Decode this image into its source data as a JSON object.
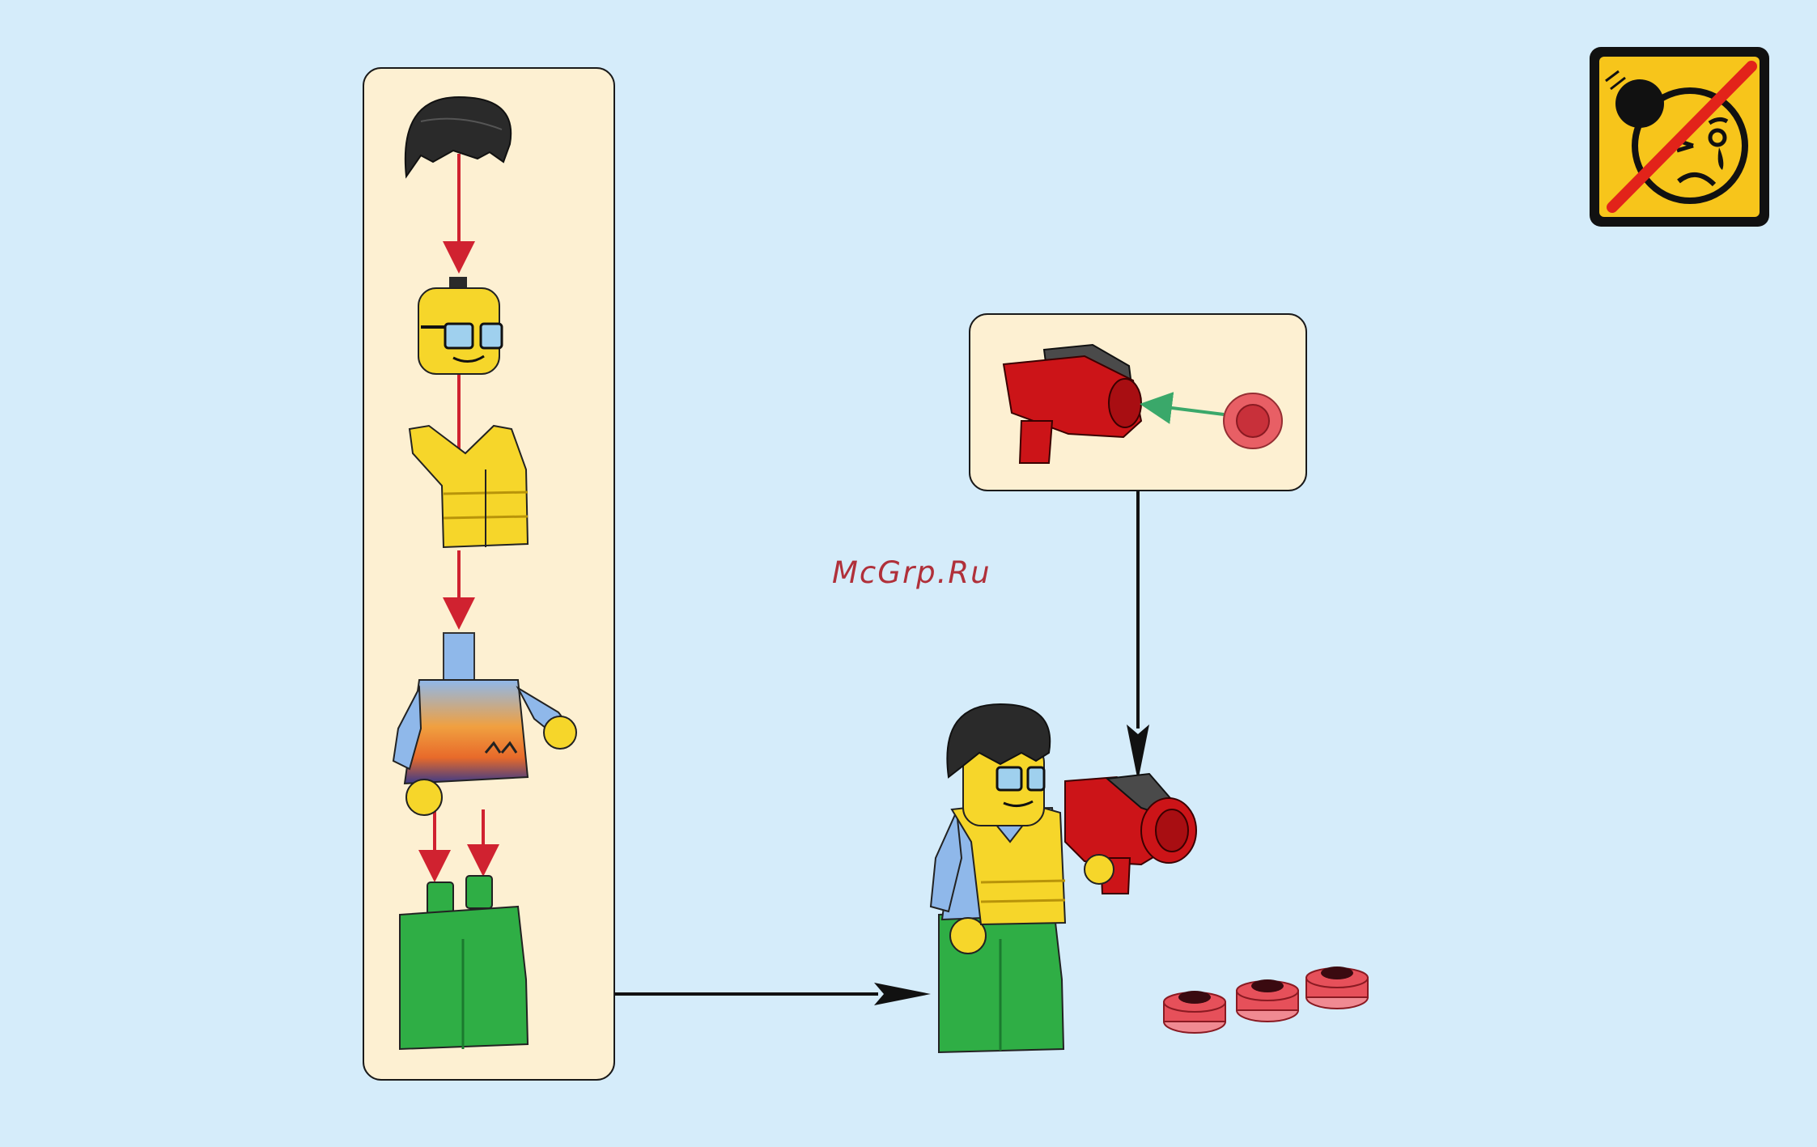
{
  "watermark": "McGrp.Ru",
  "warning_icon": "choking-hazard-projectile-icon",
  "colors": {
    "background": "#d5ecfa",
    "panel": "#fdf0d2",
    "panel_border": "#1a1a1a",
    "assembly_arrow": "#d02230",
    "insert_arrow": "#3aa86a",
    "flow_arrow": "#111111",
    "warning_yellow": "#f7c51b",
    "warning_slash": "#e2231a"
  },
  "minifig_parts": [
    {
      "name": "hair",
      "color": "#2a2a2a"
    },
    {
      "name": "head",
      "color": "#f6d62a"
    },
    {
      "name": "life-vest",
      "color": "#f6d62a"
    },
    {
      "name": "torso",
      "color": "#8fb8ea"
    },
    {
      "name": "legs",
      "color": "#2fae45"
    }
  ],
  "accessories": [
    {
      "name": "blaster",
      "color": "#cc1418"
    },
    {
      "name": "projectile",
      "color": "#e6505a"
    }
  ],
  "spare_projectiles": 3
}
